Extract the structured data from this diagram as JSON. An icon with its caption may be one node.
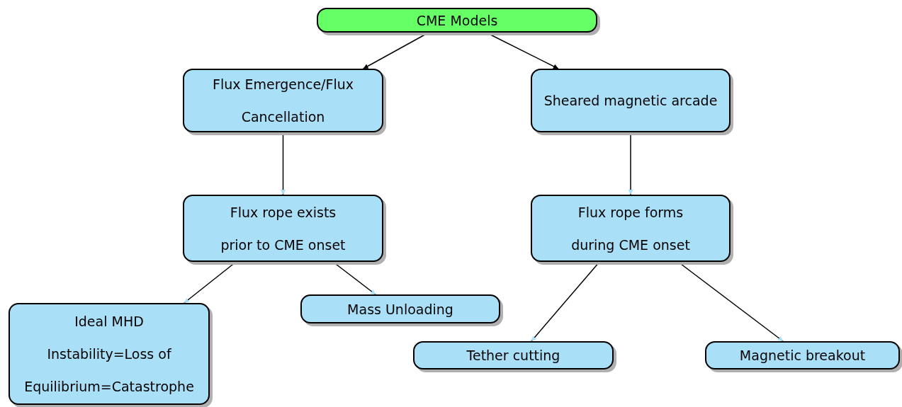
{
  "diagram": {
    "nodes": [
      {
        "text": [
          "CME Models"
        ]
      },
      {
        "text": [
          "Flux Emergence/Flux Cancellation"
        ]
      },
      {
        "text": [
          "Sheared magnetic arcade"
        ]
      },
      {
        "text": [
          "Flux rope exists prior to CME onset"
        ]
      },
      {
        "text": [
          "Flux rope forms during CME onset"
        ]
      },
      {
        "text": [
          "Ideal MHD Instability=Loss of Equilibrium=Catastrophe"
        ]
      },
      {
        "text": [
          "Mass Unloading"
        ]
      },
      {
        "text": [
          "Tether cutting"
        ]
      },
      {
        "text": [
          "Magnetic breakout"
        ]
      }
    ],
    "edges": [
      {
        "from": 0,
        "to": 1,
        "arrow": "to"
      },
      {
        "from": 0,
        "to": 2,
        "arrow": "to"
      },
      {
        "from": 1,
        "to": 3,
        "arrow": "to"
      },
      {
        "from": 2,
        "to": 4,
        "arrow": "to"
      },
      {
        "from": 3,
        "to": 5,
        "arrow": "to"
      },
      {
        "from": 3,
        "to": 6,
        "arrow": "to"
      },
      {
        "from": 4,
        "to": 7,
        "arrow": "to"
      },
      {
        "from": 4,
        "to": 8,
        "arrow": "to"
      }
    ]
  }
}
